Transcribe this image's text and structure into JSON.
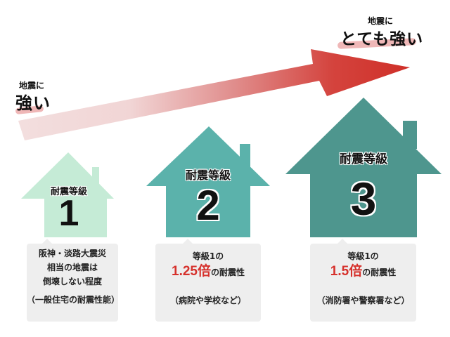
{
  "arrow": {
    "direction": "up-right",
    "gradient_start_color": "#f3dede",
    "gradient_end_color": "#d0302a"
  },
  "labels": {
    "low": {
      "small": "地震に",
      "big": "強い"
    },
    "high": {
      "small": "地震に",
      "big": "とても強い"
    },
    "highlight_color": "#eba5a5"
  },
  "houses": [
    {
      "title": "耐震等級",
      "grade": "1",
      "color": "#c5ebd6",
      "description": {
        "lines": [
          "阪神・淡路大震災",
          "相当の地震は",
          "倒壊しない程度"
        ],
        "note": "（一般住宅の耐震性能）"
      }
    },
    {
      "title": "耐震等級",
      "grade": "2",
      "color": "#5bb2ab",
      "description": {
        "line1": "等級1の",
        "multiplier": "1.25倍",
        "suffix": "の耐震性",
        "note": "（病院や学校など）"
      }
    },
    {
      "title": "耐震等級",
      "grade": "3",
      "color": "#4e968e",
      "description": {
        "line1": "等級1の",
        "multiplier": "1.5倍",
        "suffix": "の耐震性",
        "note": "（消防署や警察署など）"
      }
    }
  ],
  "colors": {
    "box_bg": "#eeeeee",
    "accent_red": "#d6312c",
    "text": "#111111"
  }
}
